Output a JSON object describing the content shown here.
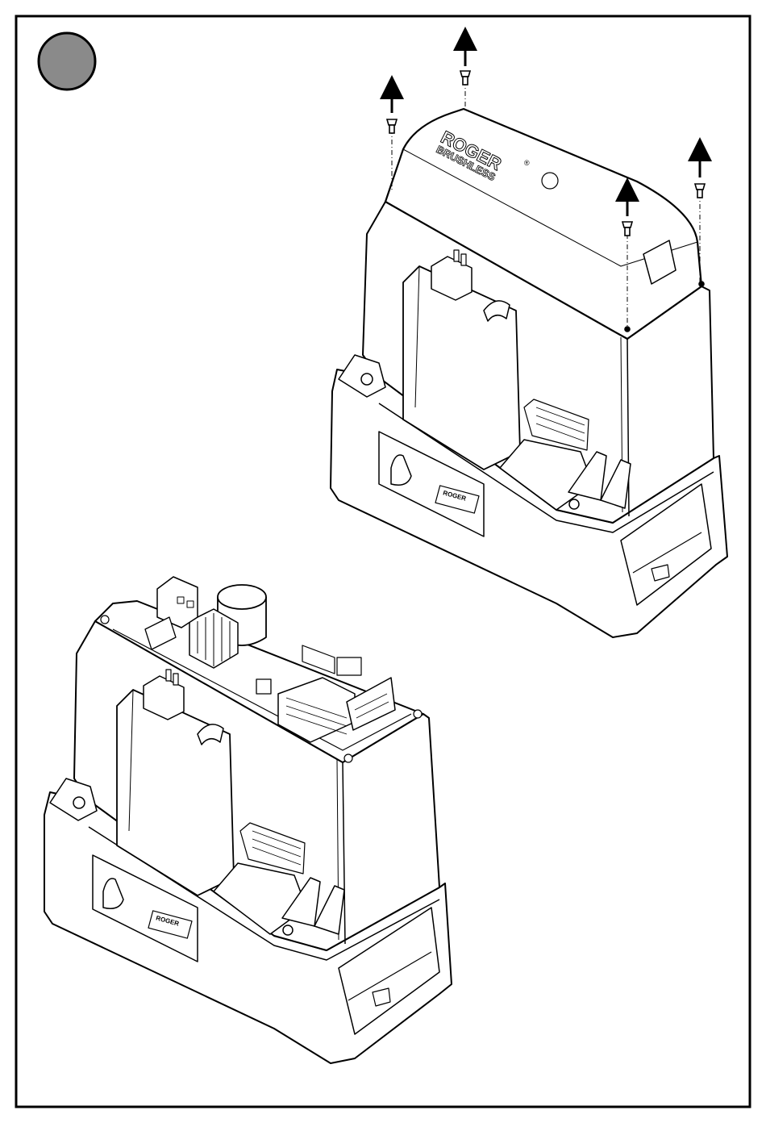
{
  "diagram": {
    "step_marker": {
      "fill": "#8a8a8a",
      "stroke": "#000000"
    },
    "brand_cover": {
      "brand": "ROGER",
      "subtitle": "BRUSHLESS",
      "registered": "®"
    },
    "colors": {
      "line": "#000000",
      "background": "#ffffff"
    },
    "screws": {
      "count": 4,
      "action": "remove",
      "direction": "up"
    }
  }
}
